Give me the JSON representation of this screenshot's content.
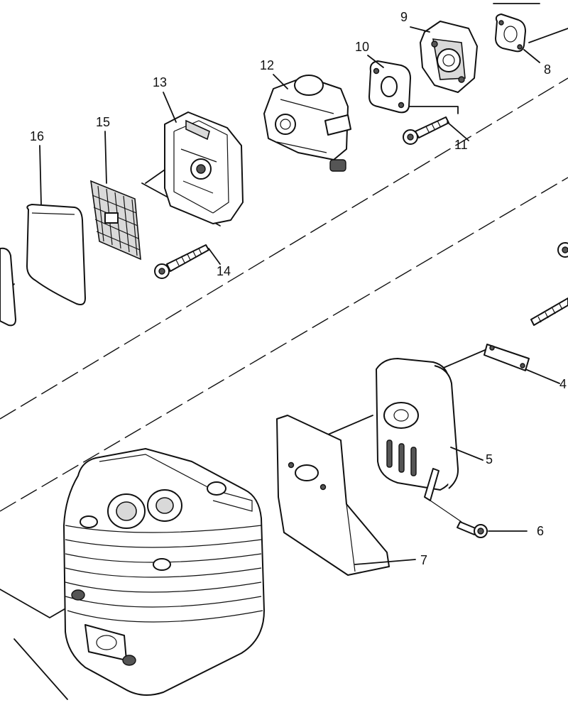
{
  "callouts": [
    {
      "id": "c1",
      "label": "4"
    },
    {
      "id": "c2",
      "label": "5"
    },
    {
      "id": "c3",
      "label": "6"
    },
    {
      "id": "c4",
      "label": "7"
    },
    {
      "id": "c5",
      "label": "8"
    },
    {
      "id": "c6",
      "label": "9"
    },
    {
      "id": "c7",
      "label": "10"
    },
    {
      "id": "c8",
      "label": "11"
    },
    {
      "id": "c9",
      "label": "12"
    },
    {
      "id": "c10",
      "label": "13"
    },
    {
      "id": "c11",
      "label": "14"
    },
    {
      "id": "c12",
      "label": "15"
    },
    {
      "id": "c13",
      "label": "16"
    }
  ],
  "parts": [
    {
      "id": "p4",
      "part": "gasket-plate"
    },
    {
      "id": "p5",
      "part": "muffler"
    },
    {
      "id": "p6",
      "part": "bolt"
    },
    {
      "id": "p7",
      "part": "heat-shield"
    },
    {
      "id": "p8",
      "part": "gasket"
    },
    {
      "id": "p9",
      "part": "intake-manifold"
    },
    {
      "id": "p10",
      "part": "gasket"
    },
    {
      "id": "p11",
      "part": "bolt"
    },
    {
      "id": "p12",
      "part": "carburetor"
    },
    {
      "id": "p13",
      "part": "air-filter-housing"
    },
    {
      "id": "p14",
      "part": "screw"
    },
    {
      "id": "p15",
      "part": "filter-grid"
    },
    {
      "id": "p16",
      "part": "filter-cover"
    },
    {
      "id": "p17",
      "part": "cylinder"
    }
  ]
}
